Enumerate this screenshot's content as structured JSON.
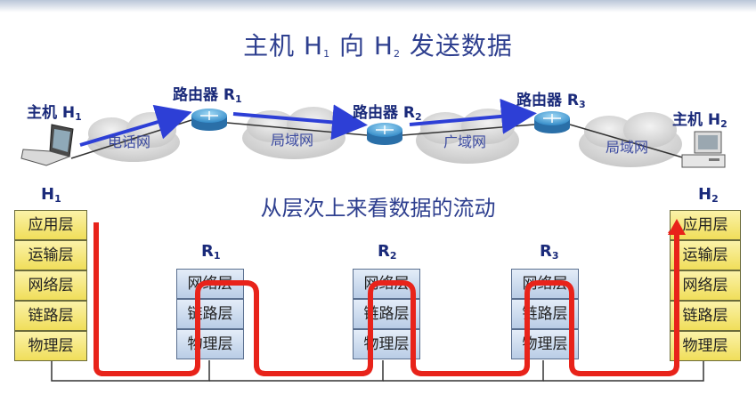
{
  "title": {
    "main": "主机 H",
    "sub1": "1",
    "mid": " 向 H",
    "sub2": "2",
    "tail": " 发送数据"
  },
  "subtitle": "从层次上来看数据的流动",
  "nodes": {
    "h1": {
      "label": "主机 H",
      "sub": "1"
    },
    "h2": {
      "label": "主机 H",
      "sub": "2"
    },
    "r1": {
      "label": "路由器 R",
      "sub": "1"
    },
    "r2": {
      "label": "路由器 R",
      "sub": "2"
    },
    "r3": {
      "label": "路由器 R",
      "sub": "3"
    }
  },
  "clouds": [
    "电话网",
    "局域网",
    "广域网",
    "局域网"
  ],
  "stacks": {
    "h1": {
      "header": "H",
      "sub": "1",
      "layers": [
        "应用层",
        "运输层",
        "网络层",
        "链路层",
        "物理层"
      ]
    },
    "r1": {
      "header": "R",
      "sub": "1",
      "layers": [
        "网络层",
        "链路层",
        "物理层"
      ]
    },
    "r2": {
      "header": "R",
      "sub": "2",
      "layers": [
        "网络层",
        "链路层",
        "物理层"
      ]
    },
    "r3": {
      "header": "R",
      "sub": "3",
      "layers": [
        "网络层",
        "链路层",
        "物理层"
      ]
    },
    "h2": {
      "header": "H",
      "sub": "2",
      "layers": [
        "应用层",
        "运输层",
        "网络层",
        "链路层",
        "物理层"
      ]
    }
  },
  "colors": {
    "flow": "#e8231a",
    "arrow": "#2d3fd6",
    "link": "#333333"
  }
}
